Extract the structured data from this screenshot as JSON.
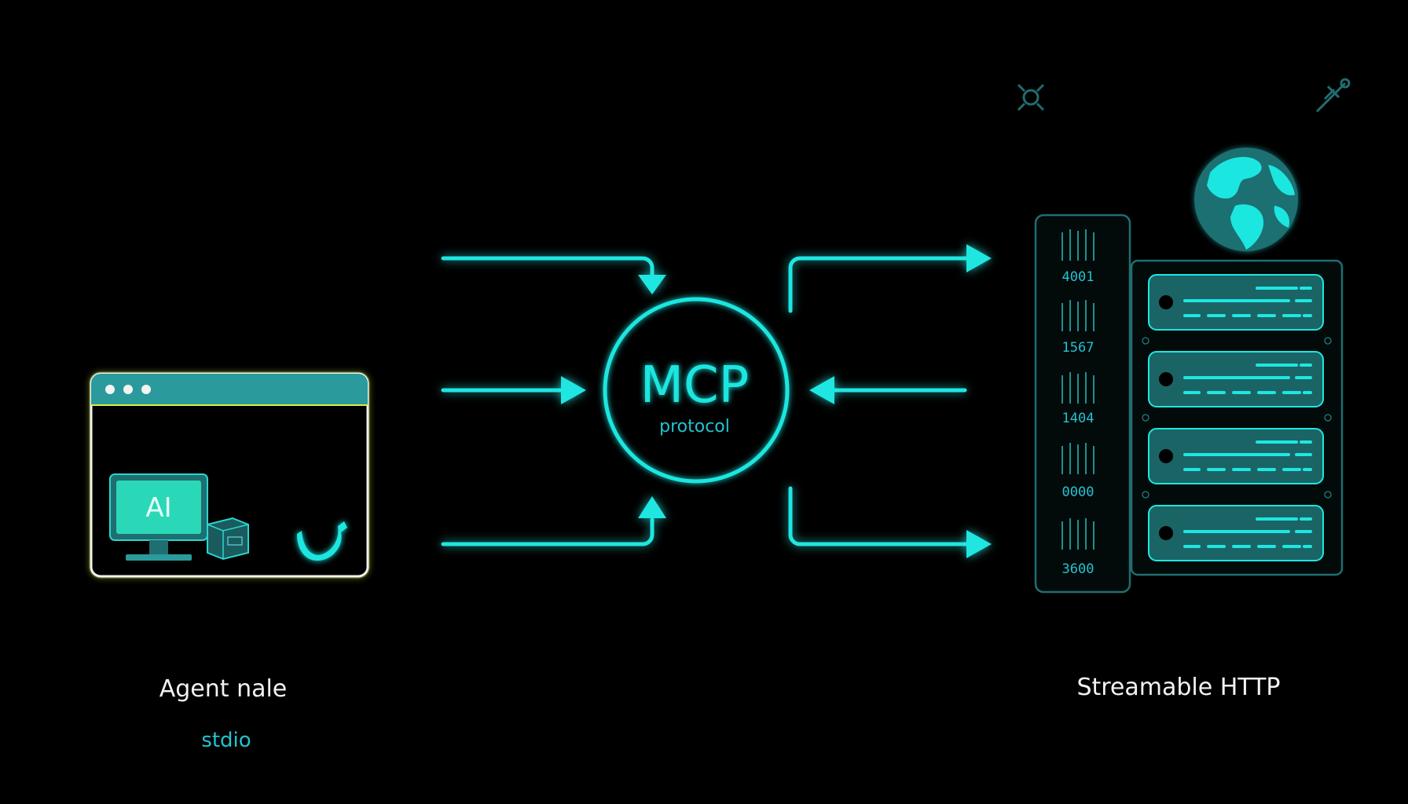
{
  "colors": {
    "background": "#000000",
    "accent": "#1fe6e0",
    "accent_dark": "#1f6e70",
    "window_border": "#f4f4f0",
    "window_glow": "#d8f040",
    "text": "#f2f2f2",
    "sub_text": "#22c3d0"
  },
  "hub": {
    "title": "MCP",
    "subtitle": "protocol"
  },
  "client": {
    "screen_text": "AI",
    "label": "Agent nale",
    "transport": "stdio",
    "icons": [
      "window-dots-icon",
      "computer-icon",
      "cube-icon",
      "tool-icon"
    ]
  },
  "server": {
    "label": "Streamable HTTP",
    "rack_numbers": [
      "4001",
      "1567",
      "1404",
      "0000",
      "3600"
    ],
    "icons": [
      "globe-icon",
      "server-rack-icon",
      "satellite-icon",
      "network-icon"
    ]
  }
}
